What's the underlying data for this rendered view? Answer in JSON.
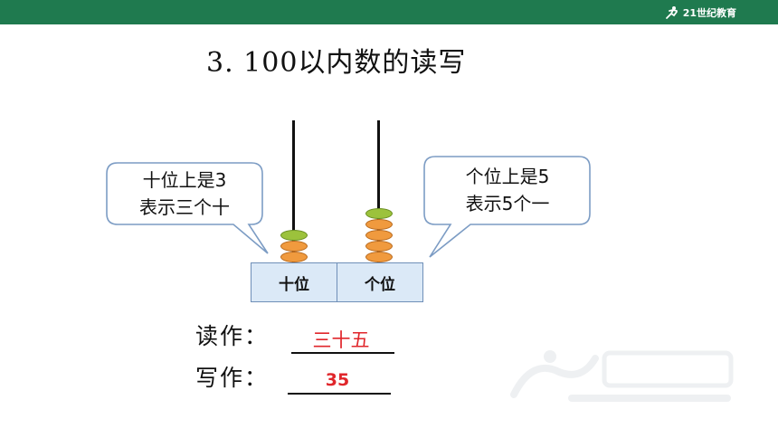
{
  "header": {
    "logo_text": "21世纪教育",
    "color": "#1f7a4f"
  },
  "title": "3. 100以内数的读写",
  "abacus": {
    "tens_label": "十位",
    "ones_label": "个位",
    "tens_beads": 3,
    "ones_beads": 5
  },
  "bubbles": {
    "left": {
      "line1": "十位上是3",
      "line2": "表示三个十"
    },
    "right": {
      "line1": "个位上是5",
      "line2": "表示5个一"
    }
  },
  "read": {
    "label": "读作：",
    "answer": "三十五"
  },
  "write": {
    "label": "写作：",
    "answer": "35"
  },
  "colors": {
    "answer": "#e0262b",
    "bead": "#f09a3e",
    "bead_top": "#9cc23c"
  }
}
